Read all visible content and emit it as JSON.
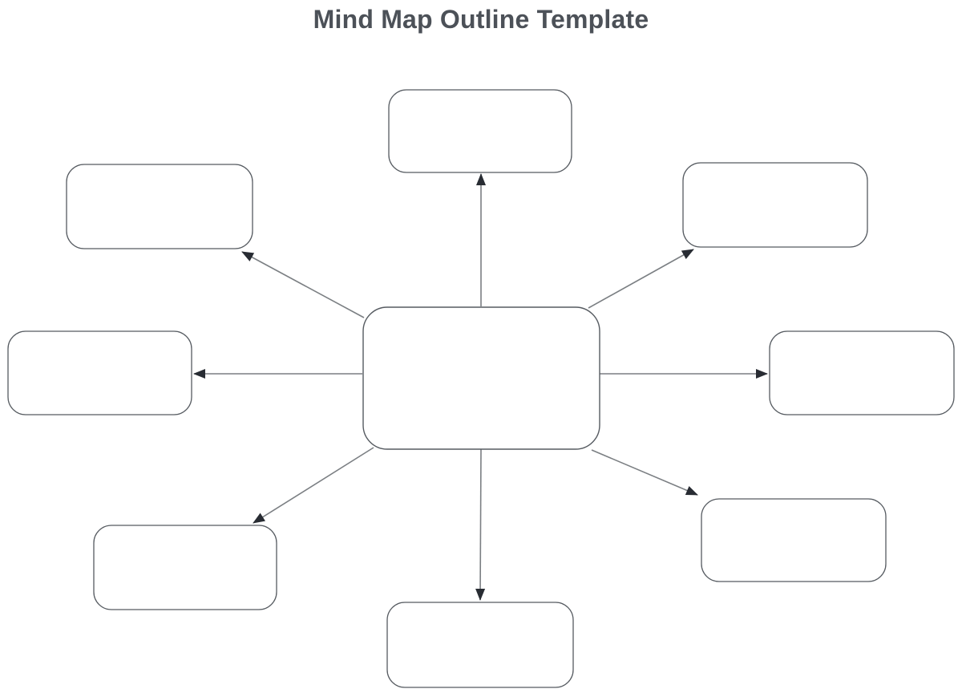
{
  "page": {
    "title": "Mind Map Outline Template",
    "background": "#ffffff"
  },
  "diagram": {
    "type": "mind-map",
    "description": "Blank mind map outline: one central topic box with eight empty branch boxes connected by outward-pointing arrows",
    "colors": {
      "title": "#4c5158",
      "node_fill": "#ffffff",
      "node_border": "#565b61",
      "connector": "#7b7f83",
      "arrowhead": "#282c33"
    },
    "center_node": {
      "id": "central-topic",
      "label": ""
    },
    "branch_nodes": [
      {
        "id": "branch-top",
        "position": "top",
        "label": ""
      },
      {
        "id": "branch-top-left",
        "position": "top-left",
        "label": ""
      },
      {
        "id": "branch-top-right",
        "position": "top-right",
        "label": ""
      },
      {
        "id": "branch-left",
        "position": "left",
        "label": ""
      },
      {
        "id": "branch-right",
        "position": "right",
        "label": ""
      },
      {
        "id": "branch-bottom-left",
        "position": "bottom-left",
        "label": ""
      },
      {
        "id": "branch-bottom-right",
        "position": "bottom-right",
        "label": ""
      },
      {
        "id": "branch-bottom",
        "position": "bottom",
        "label": ""
      }
    ],
    "edges": [
      {
        "from": "central-topic",
        "to": "branch-top",
        "arrowhead": "filled-triangle"
      },
      {
        "from": "central-topic",
        "to": "branch-top-left",
        "arrowhead": "filled-triangle"
      },
      {
        "from": "central-topic",
        "to": "branch-top-right",
        "arrowhead": "filled-triangle"
      },
      {
        "from": "central-topic",
        "to": "branch-left",
        "arrowhead": "filled-triangle"
      },
      {
        "from": "central-topic",
        "to": "branch-right",
        "arrowhead": "filled-triangle"
      },
      {
        "from": "central-topic",
        "to": "branch-bottom-left",
        "arrowhead": "filled-triangle"
      },
      {
        "from": "central-topic",
        "to": "branch-bottom-right",
        "arrowhead": "filled-triangle"
      },
      {
        "from": "central-topic",
        "to": "branch-bottom",
        "arrowhead": "filled-triangle"
      }
    ]
  }
}
